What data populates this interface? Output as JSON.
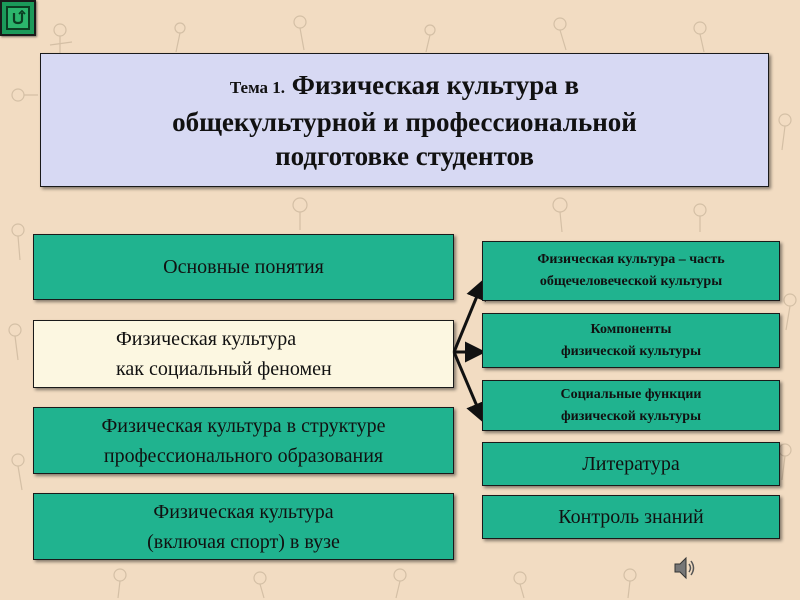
{
  "slide": {
    "title": {
      "topic_label": "Тема 1.",
      "line1": "Физическая культура в",
      "line2": "общекультурной и профессиональной",
      "line3": "подготовке студентов"
    },
    "left_items": [
      {
        "lines": [
          "Основные понятия"
        ]
      },
      {
        "lines": [
          "Физическая культура",
          "как социальный феномен"
        ]
      },
      {
        "lines": [
          "Физическая культура в структуре",
          "профессионального  образования"
        ]
      },
      {
        "lines": [
          "Физическая культура",
          "(включая спорт) в вузе"
        ]
      }
    ],
    "right_items": [
      {
        "lines": [
          "Физическая культура – часть",
          "общечеловеческой культуры"
        ]
      },
      {
        "lines": [
          "Компоненты",
          "физической культуры"
        ]
      },
      {
        "lines": [
          "Социальные функции",
          "физической культуры"
        ]
      },
      {
        "lines": [
          "Литература"
        ]
      },
      {
        "lines": [
          "Контроль знаний"
        ]
      }
    ]
  },
  "controls": {
    "sound_icon": "speaker-icon",
    "home_icon": "return-arrow-icon"
  },
  "colors": {
    "background": "#f2dcc2",
    "title_box": "#d7d9f3",
    "green_box": "#20b38f",
    "cream_box": "#fcf7e1",
    "home_button": "#1b9a5a"
  }
}
